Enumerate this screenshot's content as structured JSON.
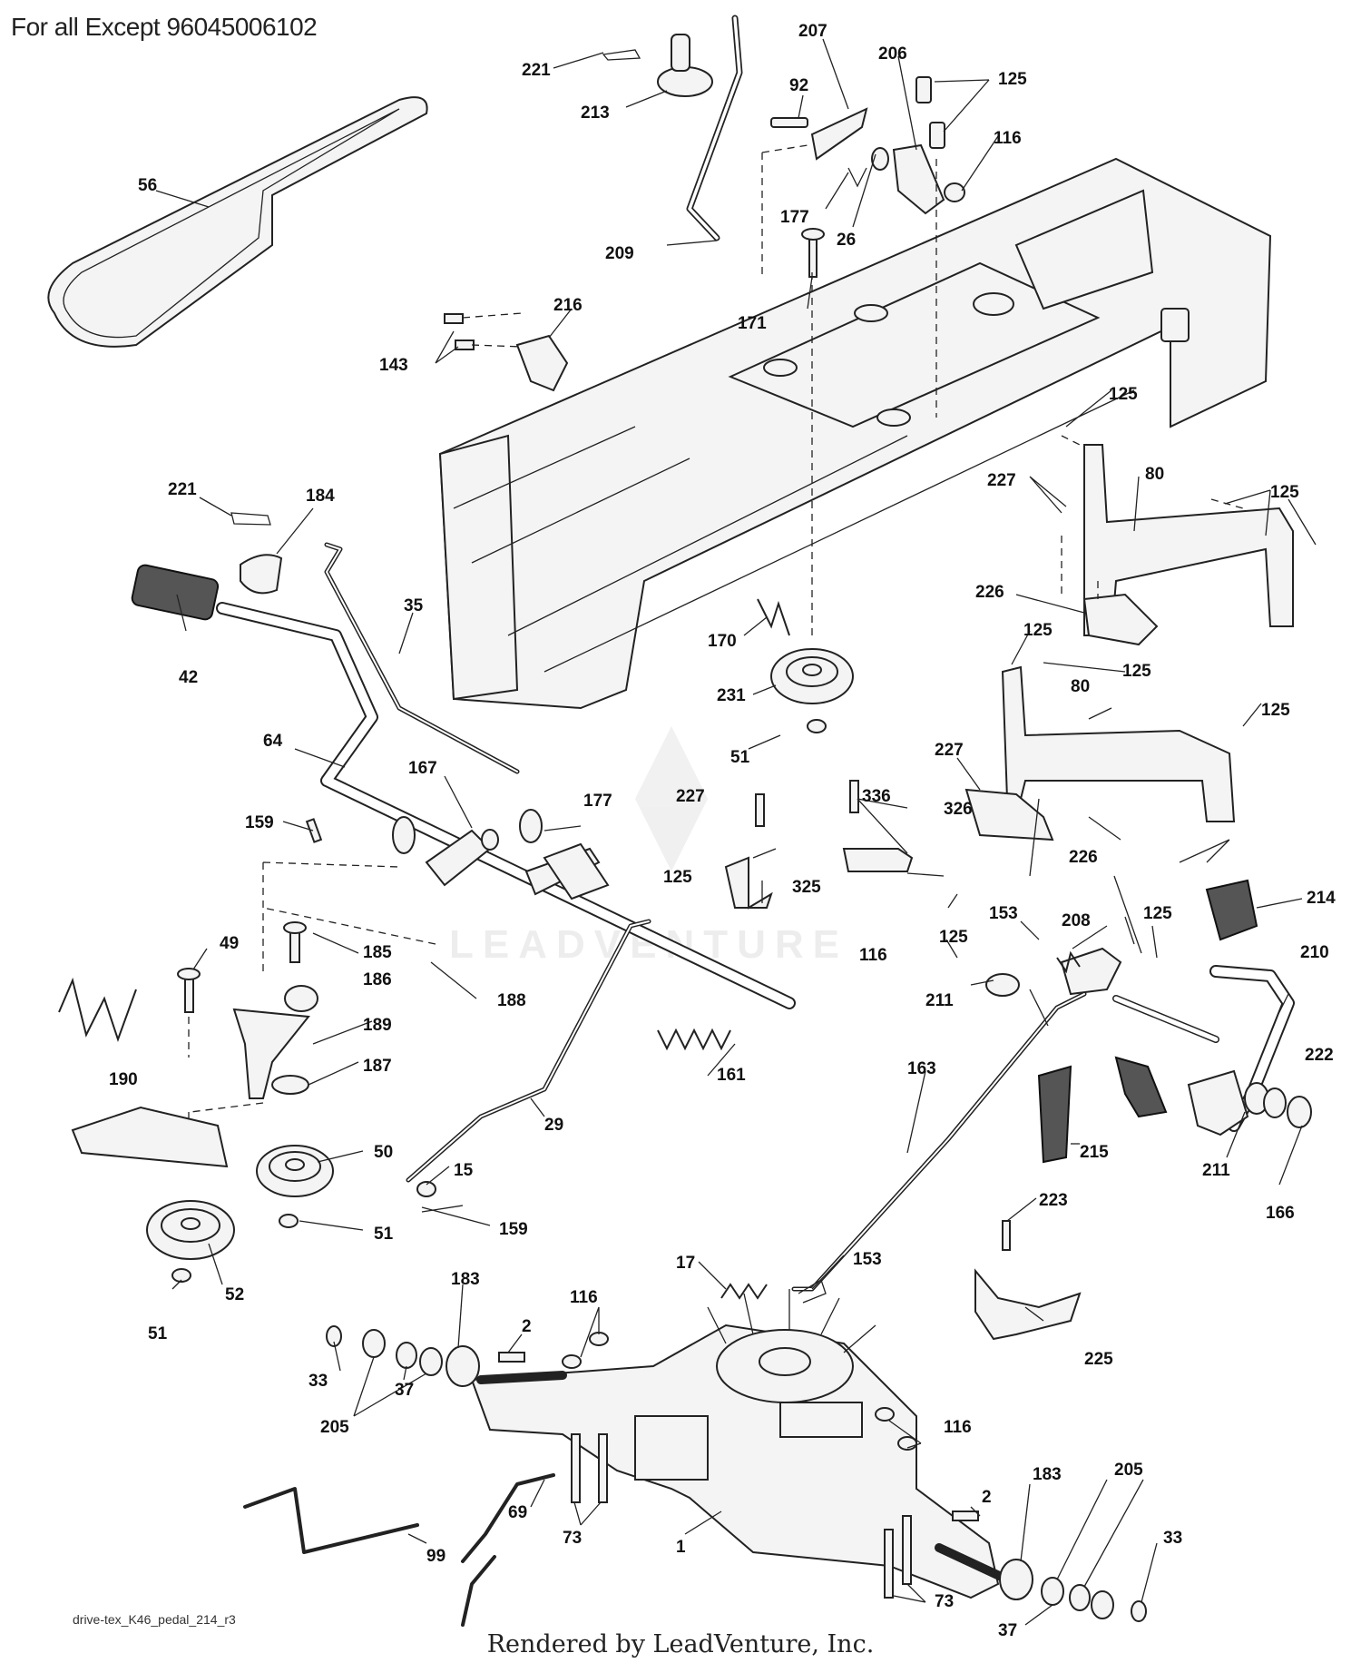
{
  "header": {
    "title": "For all Except 96045006102"
  },
  "footer": {
    "drawing_id": "drive-tex_K46_pedal_214_r3",
    "credit": "Rendered by LeadVenture, Inc."
  },
  "watermark": {
    "text": "LEADVENTURE"
  },
  "callouts": [
    {
      "id": "c-221a",
      "label": "221"
    },
    {
      "id": "c-213",
      "label": "213"
    },
    {
      "id": "c-56",
      "label": "56"
    },
    {
      "id": "c-207",
      "label": "207"
    },
    {
      "id": "c-92",
      "label": "92"
    },
    {
      "id": "c-206",
      "label": "206"
    },
    {
      "id": "c-125a",
      "label": "125"
    },
    {
      "id": "c-116a",
      "label": "116"
    },
    {
      "id": "c-177a",
      "label": "177"
    },
    {
      "id": "c-26",
      "label": "26"
    },
    {
      "id": "c-209",
      "label": "209"
    },
    {
      "id": "c-171",
      "label": "171"
    },
    {
      "id": "c-216",
      "label": "216"
    },
    {
      "id": "c-143",
      "label": "143"
    },
    {
      "id": "c-125b",
      "label": "125"
    },
    {
      "id": "c-80a",
      "label": "80"
    },
    {
      "id": "c-227a",
      "label": "227"
    },
    {
      "id": "c-125c",
      "label": "125"
    },
    {
      "id": "c-221b",
      "label": "221"
    },
    {
      "id": "c-184",
      "label": "184"
    },
    {
      "id": "c-35",
      "label": "35"
    },
    {
      "id": "c-42",
      "label": "42"
    },
    {
      "id": "c-226a",
      "label": "226"
    },
    {
      "id": "c-125d",
      "label": "125"
    },
    {
      "id": "c-170",
      "label": "170"
    },
    {
      "id": "c-125e",
      "label": "125"
    },
    {
      "id": "c-80b",
      "label": "80"
    },
    {
      "id": "c-125f",
      "label": "125"
    },
    {
      "id": "c-231",
      "label": "231"
    },
    {
      "id": "c-64",
      "label": "64"
    },
    {
      "id": "c-227b",
      "label": "227"
    },
    {
      "id": "c-51a",
      "label": "51"
    },
    {
      "id": "c-167",
      "label": "167"
    },
    {
      "id": "c-177b",
      "label": "177"
    },
    {
      "id": "c-227c",
      "label": "227"
    },
    {
      "id": "c-336",
      "label": "336"
    },
    {
      "id": "c-159a",
      "label": "159"
    },
    {
      "id": "c-326",
      "label": "326"
    },
    {
      "id": "c-226b",
      "label": "226"
    },
    {
      "id": "c-125g",
      "label": "125"
    },
    {
      "id": "c-325",
      "label": "325"
    },
    {
      "id": "c-214",
      "label": "214"
    },
    {
      "id": "c-153a",
      "label": "153"
    },
    {
      "id": "c-208",
      "label": "208"
    },
    {
      "id": "c-125h",
      "label": "125"
    },
    {
      "id": "c-116b",
      "label": "116"
    },
    {
      "id": "c-125i",
      "label": "125"
    },
    {
      "id": "c-49",
      "label": "49"
    },
    {
      "id": "c-185",
      "label": "185"
    },
    {
      "id": "c-210",
      "label": "210"
    },
    {
      "id": "c-186",
      "label": "186"
    },
    {
      "id": "c-188",
      "label": "188"
    },
    {
      "id": "c-211a",
      "label": "211"
    },
    {
      "id": "c-189",
      "label": "189"
    },
    {
      "id": "c-190",
      "label": "190"
    },
    {
      "id": "c-163",
      "label": "163"
    },
    {
      "id": "c-222",
      "label": "222"
    },
    {
      "id": "c-187",
      "label": "187"
    },
    {
      "id": "c-161",
      "label": "161"
    },
    {
      "id": "c-29",
      "label": "29"
    },
    {
      "id": "c-50",
      "label": "50"
    },
    {
      "id": "c-215",
      "label": "215"
    },
    {
      "id": "c-211b",
      "label": "211"
    },
    {
      "id": "c-15",
      "label": "15"
    },
    {
      "id": "c-166",
      "label": "166"
    },
    {
      "id": "c-159b",
      "label": "159"
    },
    {
      "id": "c-223",
      "label": "223"
    },
    {
      "id": "c-51b",
      "label": "51"
    },
    {
      "id": "c-17",
      "label": "17"
    },
    {
      "id": "c-153b",
      "label": "153"
    },
    {
      "id": "c-183a",
      "label": "183"
    },
    {
      "id": "c-116c",
      "label": "116"
    },
    {
      "id": "c-52",
      "label": "52"
    },
    {
      "id": "c-51c",
      "label": "51"
    },
    {
      "id": "c-2a",
      "label": "2"
    },
    {
      "id": "c-225",
      "label": "225"
    },
    {
      "id": "c-33a",
      "label": "33"
    },
    {
      "id": "c-37a",
      "label": "37"
    },
    {
      "id": "c-205a",
      "label": "205"
    },
    {
      "id": "c-116d",
      "label": "116"
    },
    {
      "id": "c-2b",
      "label": "2"
    },
    {
      "id": "c-183b",
      "label": "183"
    },
    {
      "id": "c-69",
      "label": "69"
    },
    {
      "id": "c-1",
      "label": "1"
    },
    {
      "id": "c-205b",
      "label": "205"
    },
    {
      "id": "c-73a",
      "label": "73"
    },
    {
      "id": "c-99",
      "label": "99"
    },
    {
      "id": "c-33b",
      "label": "33"
    },
    {
      "id": "c-73b",
      "label": "73"
    },
    {
      "id": "c-37b",
      "label": "37"
    }
  ]
}
